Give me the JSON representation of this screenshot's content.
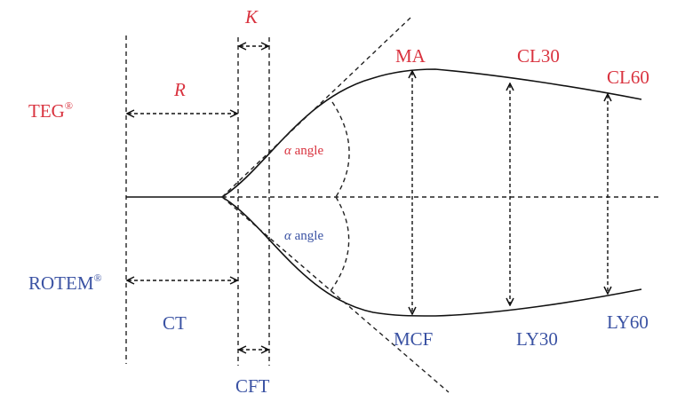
{
  "colors": {
    "teg": "#d9333f",
    "rotem": "#3a52a3",
    "line": "#111111"
  },
  "labels": {
    "teg_brand": "TEG",
    "rotem_brand": "ROTEM",
    "registered_mark": "®",
    "r": "R",
    "k": "K",
    "ma": "MA",
    "cl30": "CL30",
    "cl60": "CL60",
    "alpha_symbol": "α",
    "angle_word": " angle",
    "ct": "CT",
    "cft": "CFT",
    "mcf": "MCF",
    "ly30": "LY30",
    "ly60": "LY60"
  }
}
